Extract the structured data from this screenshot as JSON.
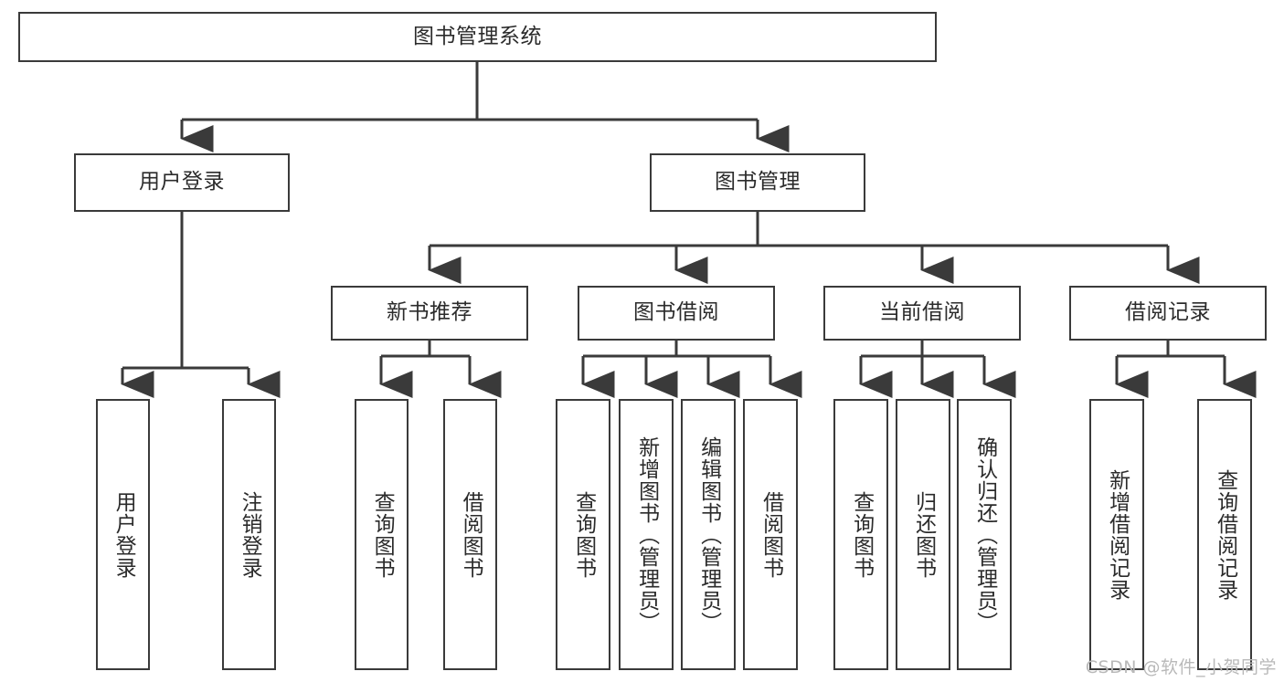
{
  "diagram": {
    "title": "图书管理系统",
    "type": "tree-hierarchy-chart",
    "orientation": "top-down",
    "colors": {
      "box_border": "#3a3a3a",
      "box_fill": "#ffffff",
      "connector": "#3a3a3a",
      "text": "#2b2b2b",
      "watermark": "#b9b9b9",
      "background": "#ffffff"
    }
  },
  "root": {
    "label": "图书管理系统"
  },
  "level2": [
    {
      "label": "用户登录"
    },
    {
      "label": "图书管理"
    }
  ],
  "level3": [
    {
      "label": "新书推荐"
    },
    {
      "label": "图书借阅"
    },
    {
      "label": "当前借阅"
    },
    {
      "label": "借阅记录"
    }
  ],
  "leaves": {
    "user_login": [
      {
        "label": "用户登录"
      },
      {
        "label": "注销登录"
      }
    ],
    "new_book_recommend": [
      {
        "label": "查询图书"
      },
      {
        "label": "借阅图书"
      }
    ],
    "book_borrow": [
      {
        "label": "查询图书"
      },
      {
        "label": "新增图书（管理员）"
      },
      {
        "label": "编辑图书（管理员）"
      },
      {
        "label": "借阅图书"
      }
    ],
    "current_borrow": [
      {
        "label": "查询图书"
      },
      {
        "label": "归还图书"
      },
      {
        "label": "确认归还（管理员）"
      }
    ],
    "borrow_record": [
      {
        "label": "新增借阅记录"
      },
      {
        "label": "查询借阅记录"
      }
    ]
  },
  "watermark": {
    "text": "CSDN @软件_小贺同学"
  }
}
